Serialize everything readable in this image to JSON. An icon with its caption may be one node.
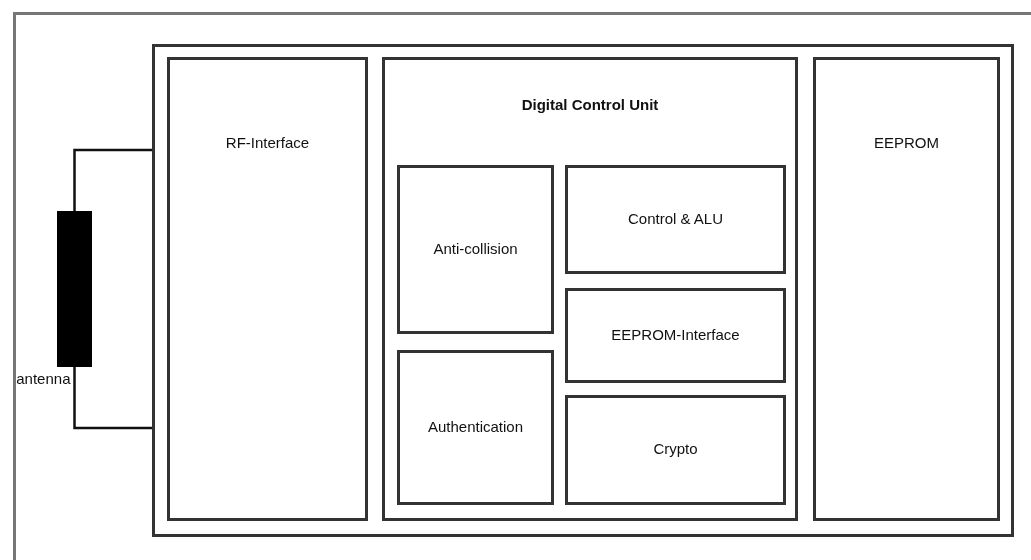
{
  "diagram": {
    "nodes": [
      {
        "text": [],
        "shape": "box"
      },
      {
        "text": [
          "RF-Interface"
        ],
        "in": 0
      },
      {
        "text": [
          "Digital Control Unit"
        ],
        "in": 0
      },
      {
        "text": [
          "Anti-collision"
        ],
        "in": 2
      },
      {
        "text": [
          "Authentication"
        ],
        "in": 2
      },
      {
        "text": [
          "Control & ALU"
        ],
        "in": 2
      },
      {
        "text": [
          "EEPROM-Interface"
        ],
        "in": 2
      },
      {
        "text": [
          "Crypto"
        ],
        "in": 2
      },
      {
        "text": [
          "EEPROM"
        ],
        "in": 0
      },
      {
        "text": [],
        "shape": "bar",
        "beside": [
          "antenna"
        ]
      }
    ],
    "edges": [
      {
        "from": 9,
        "to": 1,
        "arrow": "none"
      },
      {
        "from": 9,
        "to": 1,
        "arrow": "none"
      }
    ]
  }
}
